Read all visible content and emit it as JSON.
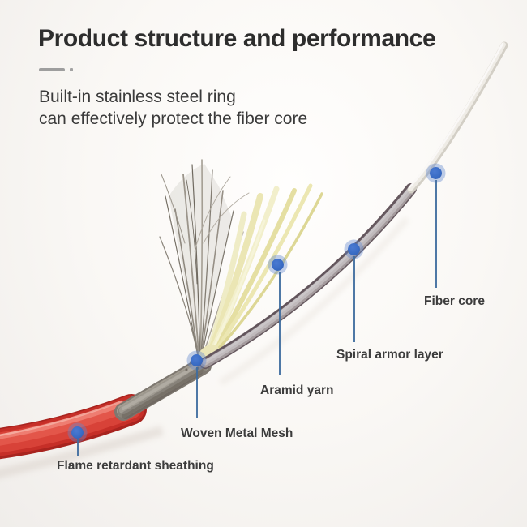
{
  "header": {
    "title": "Product structure and performance",
    "subtitle_line1": "Built-in stainless steel ring",
    "subtitle_line2": "can effectively protect the fiber core"
  },
  "annotations": {
    "fiber_core": "Fiber core",
    "spiral_armor": "Spiral armor layer",
    "aramid_yarn": "Aramid yarn",
    "woven_mesh": "Woven Metal Mesh",
    "flame_sheath": "Flame retardant sheathing"
  },
  "colors": {
    "marker_dot_blue": "#3a6cc5",
    "leader_line_blue": "#3f6d9e",
    "sheath_red": "#d0382f",
    "aramid_yellow": "#ebe6b4",
    "armor_silver": "#dbd6d4",
    "mesh_gray": "#a39d92",
    "fiber_white": "#efece6",
    "title_text": "#2d2d2d",
    "label_text": "#3c3c3c"
  }
}
